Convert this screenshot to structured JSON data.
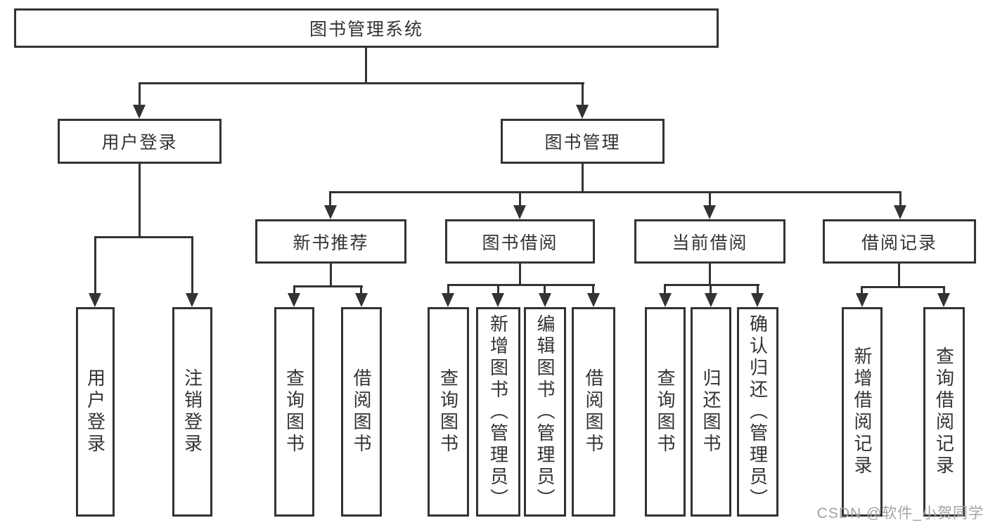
{
  "tree": {
    "root": "图书管理系统",
    "user_login": {
      "label": "用户登录",
      "children": [
        "用户登录",
        "注销登录"
      ]
    },
    "book_management": {
      "label": "图书管理",
      "sections": [
        {
          "label": "新书推荐",
          "children": [
            "查询图书",
            "借阅图书"
          ]
        },
        {
          "label": "图书借阅",
          "children": [
            "查询图书",
            "新增图书（管理员）",
            "编辑图书（管理员）",
            "借阅图书"
          ]
        },
        {
          "label": "当前借阅",
          "children": [
            "查询图书",
            "归还图书",
            "确认归还（管理员）"
          ]
        },
        {
          "label": "借阅记录",
          "children": [
            "新增借阅记录",
            "查询借阅记录"
          ]
        }
      ]
    }
  },
  "watermark": "CSDN @软件_小贺同学",
  "colors": {
    "line": "#333333",
    "text": "#333333",
    "box_bg": "#ffffff",
    "background": "#ffffff",
    "watermark": "#a3a3a3"
  }
}
